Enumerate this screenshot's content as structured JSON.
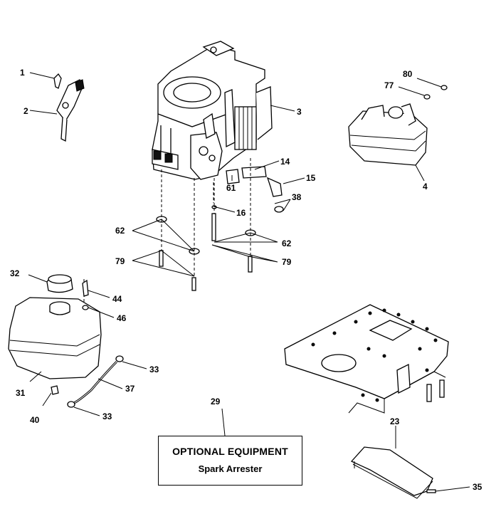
{
  "callouts": [
    "1",
    "2",
    "3",
    "4",
    "14",
    "15",
    "16",
    "23",
    "29",
    "31",
    "32",
    "33",
    "33",
    "35",
    "37",
    "38",
    "40",
    "44",
    "46",
    "61",
    "62",
    "62",
    "77",
    "79",
    "79",
    "80"
  ],
  "note": {
    "title": "OPTIONAL EQUIPMENT",
    "subtitle": "Spark Arrester"
  }
}
